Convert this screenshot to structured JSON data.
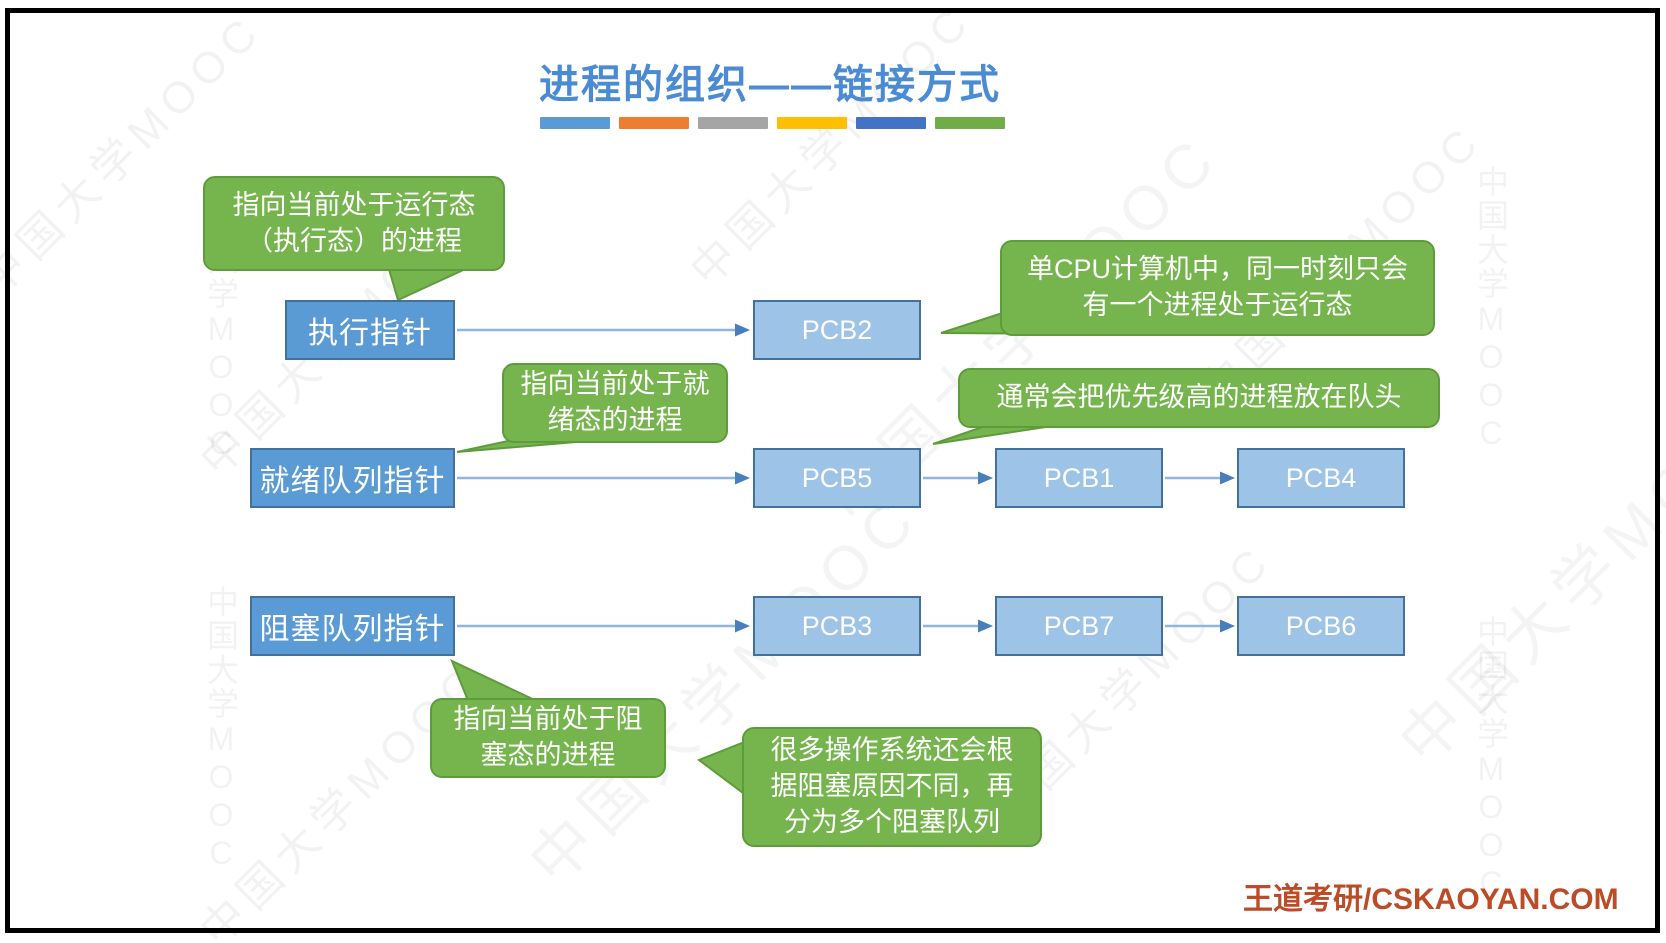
{
  "slide": {
    "title": "进程的组织——链接方式",
    "watermark": "中国大学MOOC",
    "footer": "王道考研/CSKAOYAN.COM",
    "accent_bar_colors": [
      "#5B9BD5",
      "#ED7D31",
      "#A5A5A5",
      "#FFC000",
      "#4472C4",
      "#70AD47"
    ]
  },
  "colors": {
    "title_blue": "#4A8BD4",
    "pointer_box_fill": "#5B9BD5",
    "pointer_box_border": "#41719C",
    "pcb_box_fill": "#9DC3E6",
    "pcb_box_border": "#41719C",
    "callout_fill": "#76B54E",
    "callout_border": "#5E9C3B",
    "arrow_line": "#8FB6E2",
    "arrow_head": "#4A7EBB",
    "footer_red": "#BC4B28"
  },
  "pointers": {
    "running": {
      "label": "执行指针"
    },
    "ready": {
      "label": "就绪队列指针"
    },
    "blocked": {
      "label": "阻塞队列指针"
    }
  },
  "pcbs": {
    "running": [
      "PCB2"
    ],
    "ready": [
      "PCB5",
      "PCB1",
      "PCB4"
    ],
    "blocked": [
      "PCB3",
      "PCB7",
      "PCB6"
    ]
  },
  "callouts": {
    "running_pointer_note": "指向当前处于运行态（执行态）的进程",
    "single_cpu_note": "单CPU计算机中，同一时刻只会有一个进程处于运行态",
    "ready_pointer_note": "指向当前处于就绪态的进程",
    "priority_note": "通常会把优先级高的进程放在队头",
    "blocked_pointer_note": "指向当前处于阻塞态的进程",
    "multiple_blocked_queues_note": "很多操作系统还会根据阻塞原因不同，再分为多个阻塞队列"
  }
}
